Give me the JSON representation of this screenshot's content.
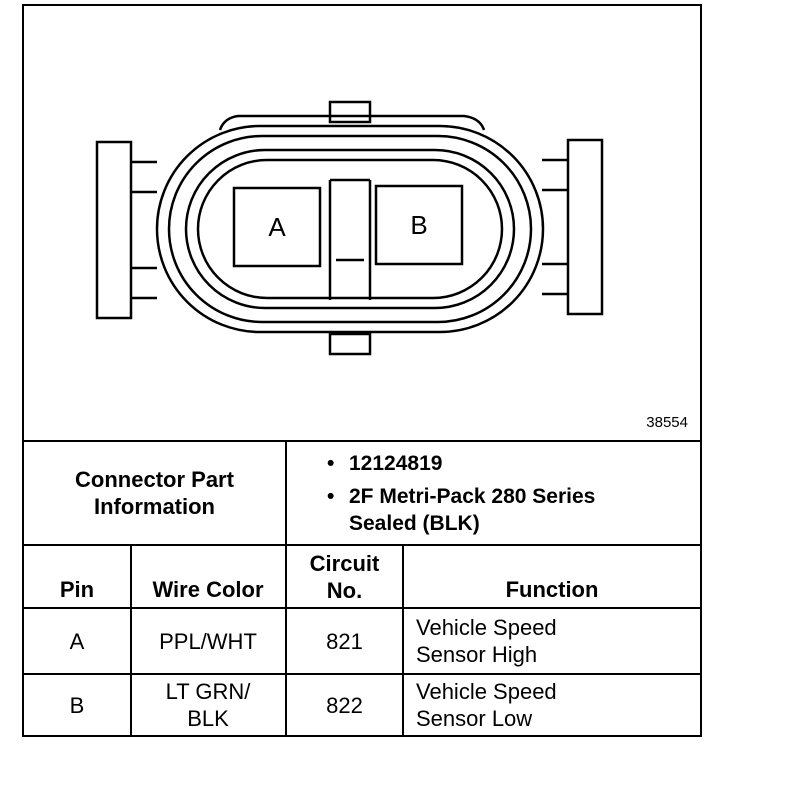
{
  "diagram": {
    "pin_a_label": "A",
    "pin_b_label": "B",
    "figure_id": "38554"
  },
  "connector_info": {
    "label": "Connector Part Information",
    "items": [
      "12124819",
      "2F Metri-Pack 280 Series Sealed (BLK)"
    ]
  },
  "table": {
    "headers": {
      "pin": "Pin",
      "wire_color": "Wire Color",
      "circuit_no": "Circuit No.",
      "function": "Function"
    },
    "rows": [
      {
        "pin": "A",
        "wire_color": "PPL/WHT",
        "circuit_no": "821",
        "function": "Vehicle Speed Sensor High"
      },
      {
        "pin": "B",
        "wire_color": "LT GRN/ BLK",
        "circuit_no": "822",
        "function": "Vehicle Speed Sensor Low"
      }
    ]
  },
  "colors": {
    "ink": "#000000",
    "paper": "#ffffff"
  }
}
